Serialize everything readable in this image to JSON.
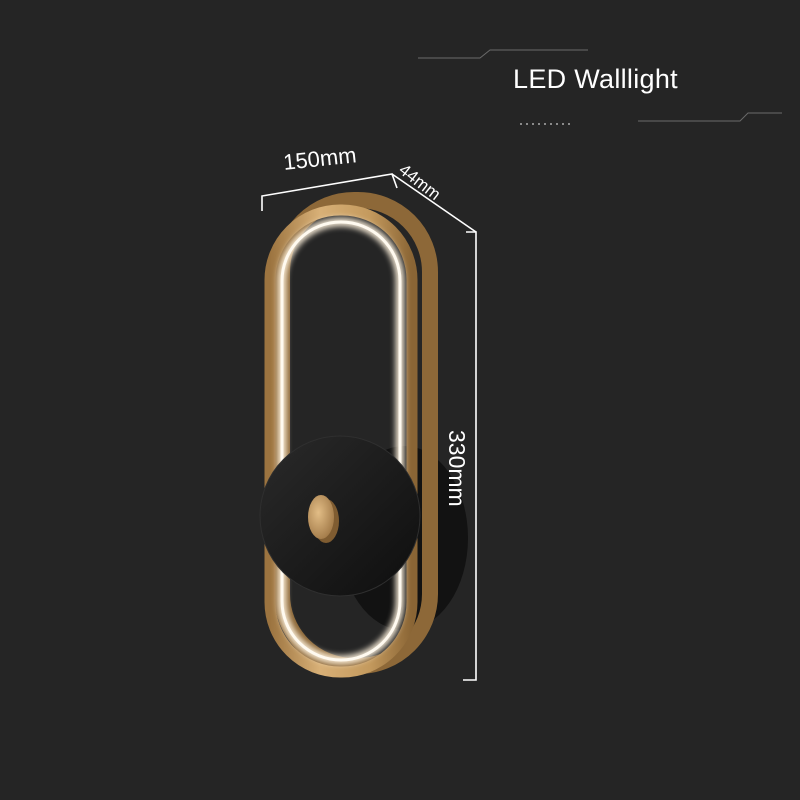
{
  "header": {
    "title": "LED Walllight"
  },
  "dimensions": {
    "width": "150mm",
    "depth": "44mm",
    "height": "330mm"
  },
  "colors": {
    "background": "#252525",
    "ring_gold": "#c99f63",
    "led_glow": "#fff6e6",
    "disc": "#171717",
    "knob_gold": "#c69a5e",
    "lines": "#ffffff"
  }
}
